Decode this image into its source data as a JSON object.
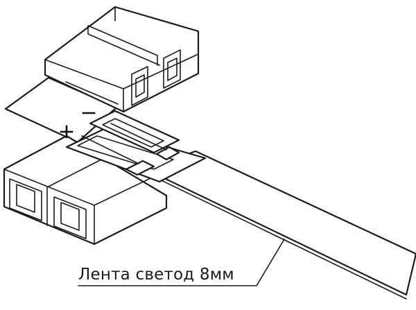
{
  "caption": {
    "text": "Лента светод 8мм"
  },
  "polarity": {
    "minus": "−",
    "plus": "+"
  },
  "parts": {
    "upper_connector": "connector-upper",
    "lower_connector": "connector-lower",
    "led_strip": "led-strip",
    "short_strip": "short-strip",
    "clips": "metal-clips"
  }
}
